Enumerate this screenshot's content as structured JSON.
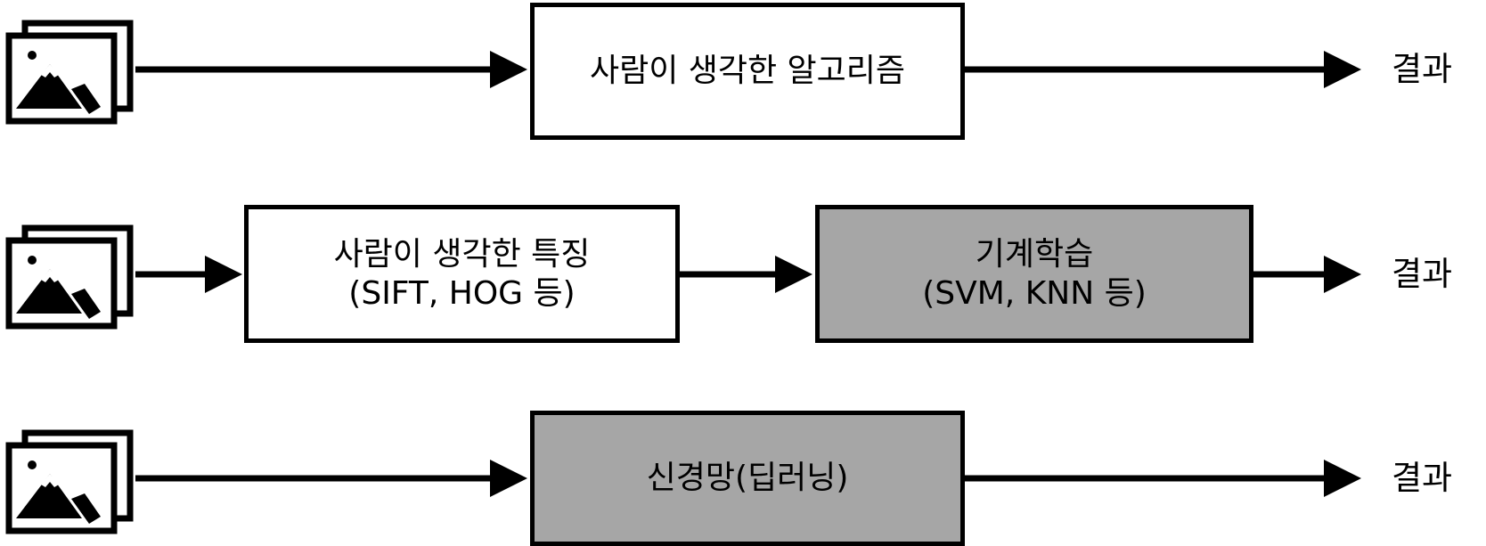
{
  "rows": [
    {
      "boxes": [
        {
          "lines": [
            "사람이 생각한 알고리즘"
          ],
          "fill": "white"
        }
      ],
      "result": "결과"
    },
    {
      "boxes": [
        {
          "lines": [
            "사람이 생각한 특징",
            "(SIFT, HOG 등)"
          ],
          "fill": "white"
        },
        {
          "lines": [
            "기계학습",
            "(SVM, KNN 등)"
          ],
          "fill": "gray"
        }
      ],
      "result": "결과"
    },
    {
      "boxes": [
        {
          "lines": [
            "신경망(딥러닝)"
          ],
          "fill": "gray"
        }
      ],
      "result": "결과"
    }
  ],
  "colors": {
    "line": "#000000",
    "gray_fill": "#a6a6a6",
    "white_fill": "#ffffff"
  },
  "icons": [
    "image-stack-icon",
    "image-stack-icon",
    "image-stack-icon"
  ]
}
